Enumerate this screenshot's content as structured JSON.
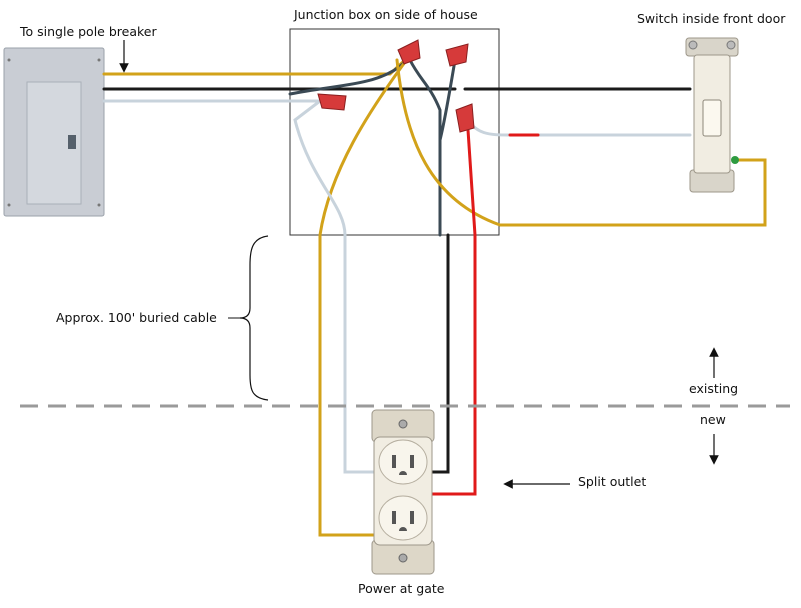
{
  "labels": {
    "breaker": "To single pole breaker",
    "junction_box": "Junction box on side of house",
    "switch": "Switch inside front door",
    "buried_cable": "Approx. 100' buried cable",
    "existing": "existing",
    "new": "new",
    "split_outlet": "Split outlet",
    "power_at_gate": "Power at gate"
  },
  "colors": {
    "hot_wire": "#d2a21a",
    "neutral_wire": "#c8d3dc",
    "black_wire": "#1a1a1a",
    "ground_wire": "#3b4a55",
    "red_wire": "#e01a1a",
    "wire_nut": "#d63a3a",
    "panel": "#c9cdd4",
    "device": "#f1ede2",
    "divider": "#9a9a9a"
  },
  "icons": [
    "breaker-panel-icon",
    "wire-nut-icon",
    "light-switch-icon",
    "duplex-outlet-icon",
    "brace-icon",
    "arrow-up-icon",
    "arrow-down-icon",
    "arrow-left-icon"
  ]
}
